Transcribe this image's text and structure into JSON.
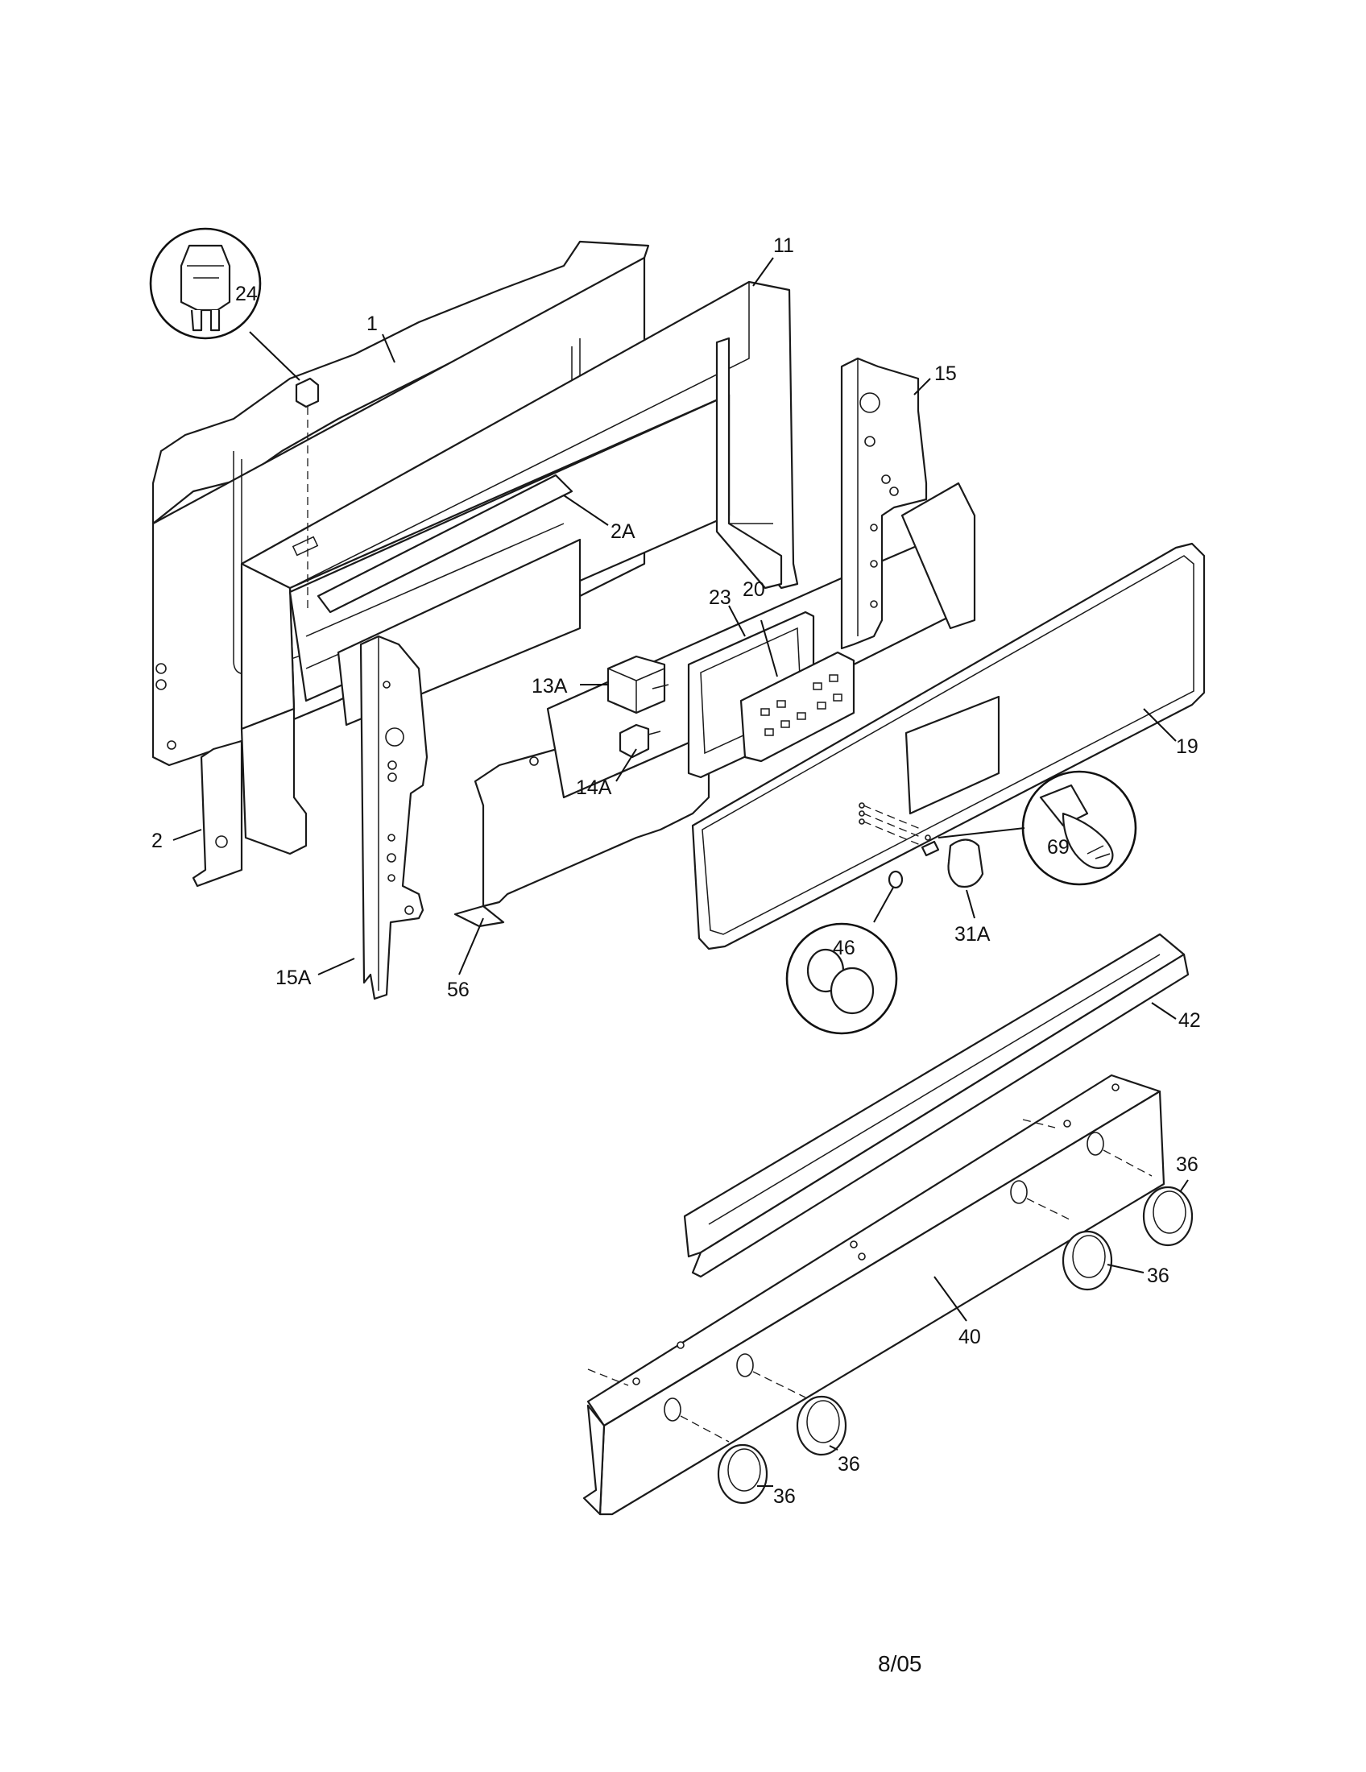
{
  "labels": {
    "p24": "24",
    "p1": "1",
    "p11": "11",
    "p15": "15",
    "p2A": "2A",
    "p23": "23",
    "p20": "20",
    "p13A": "13A",
    "p14A": "14A",
    "p19": "19",
    "p2": "2",
    "p69": "69",
    "p31A": "31A",
    "p46": "46",
    "p15A": "15A",
    "p56": "56",
    "p42": "42",
    "p36a": "36",
    "p36b": "36",
    "p40": "40",
    "p36c": "36",
    "p36d": "36"
  },
  "footer": {
    "date": "8/05"
  }
}
